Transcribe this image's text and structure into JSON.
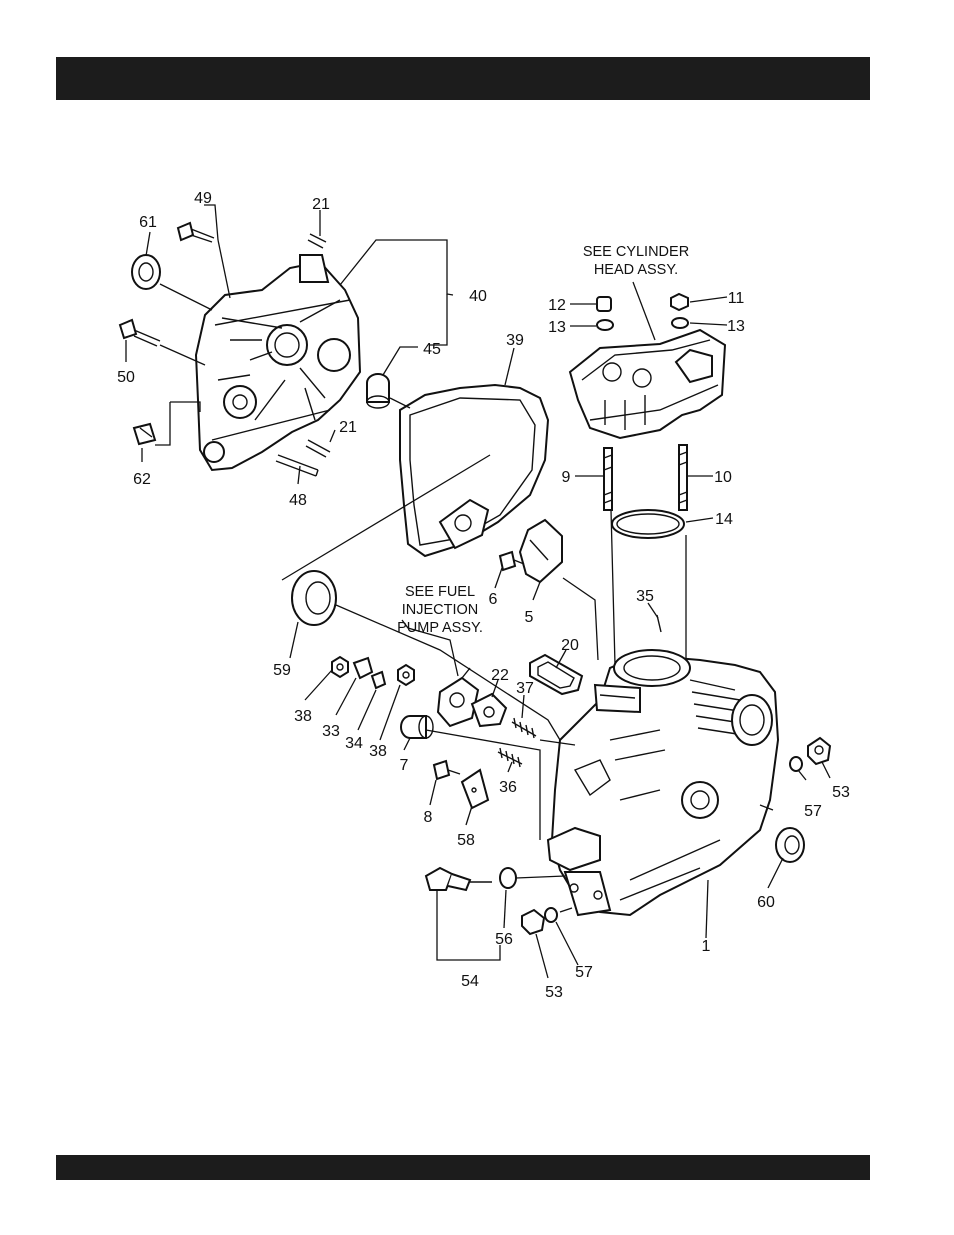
{
  "header": {
    "text": ""
  },
  "footer": {
    "text": ""
  },
  "notes": {
    "cylinder_head_line1": "SEE CYLINDER",
    "cylinder_head_line2": "HEAD ASSY.",
    "fuel_pump_line1": "SEE FUEL",
    "fuel_pump_line2": "INJECTION",
    "fuel_pump_line3": "PUMP ASSY."
  },
  "callouts": [
    {
      "id": "c49",
      "label": "49"
    },
    {
      "id": "c21a",
      "label": "21"
    },
    {
      "id": "c61",
      "label": "61"
    },
    {
      "id": "c40",
      "label": "40"
    },
    {
      "id": "c45",
      "label": "45"
    },
    {
      "id": "c50",
      "label": "50"
    },
    {
      "id": "c21b",
      "label": "21"
    },
    {
      "id": "c62",
      "label": "62"
    },
    {
      "id": "c48",
      "label": "48"
    },
    {
      "id": "c39",
      "label": "39"
    },
    {
      "id": "c12",
      "label": "12"
    },
    {
      "id": "c11",
      "label": "11"
    },
    {
      "id": "c13a",
      "label": "13"
    },
    {
      "id": "c13b",
      "label": "13"
    },
    {
      "id": "c9",
      "label": "9"
    },
    {
      "id": "c10",
      "label": "10"
    },
    {
      "id": "c14",
      "label": "14"
    },
    {
      "id": "c6",
      "label": "6"
    },
    {
      "id": "c5",
      "label": "5"
    },
    {
      "id": "c35",
      "label": "35"
    },
    {
      "id": "c59",
      "label": "59"
    },
    {
      "id": "c20",
      "label": "20"
    },
    {
      "id": "c22",
      "label": "22"
    },
    {
      "id": "c37",
      "label": "37"
    },
    {
      "id": "c38a",
      "label": "38"
    },
    {
      "id": "c33",
      "label": "33"
    },
    {
      "id": "c34",
      "label": "34"
    },
    {
      "id": "c38b",
      "label": "38"
    },
    {
      "id": "c7",
      "label": "7"
    },
    {
      "id": "c36",
      "label": "36"
    },
    {
      "id": "c8",
      "label": "8"
    },
    {
      "id": "c58",
      "label": "58"
    },
    {
      "id": "c53a",
      "label": "53"
    },
    {
      "id": "c57a",
      "label": "57"
    },
    {
      "id": "c60",
      "label": "60"
    },
    {
      "id": "c1",
      "label": "1"
    },
    {
      "id": "c56",
      "label": "56"
    },
    {
      "id": "c57b",
      "label": "57"
    },
    {
      "id": "c53b",
      "label": "53"
    },
    {
      "id": "c54",
      "label": "54"
    }
  ]
}
